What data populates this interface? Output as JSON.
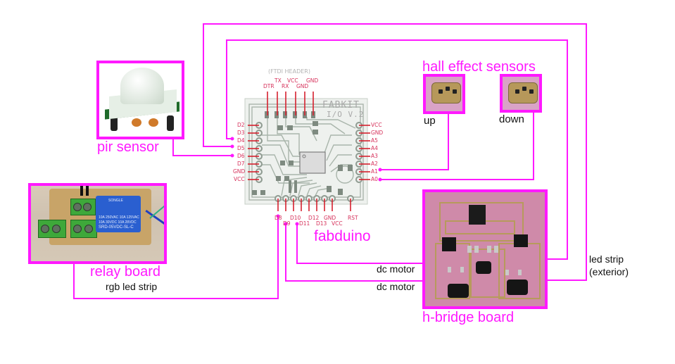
{
  "diagram": {
    "type": "wiring diagram",
    "wire_color": "#ff19ff",
    "components": {
      "fabduino": {
        "label": "fabduino",
        "board_title_line1": "FABKIT",
        "board_title_line2": "I/O V.2",
        "ftdi_header_label": "(FTDI HEADER)",
        "ftdi_pins": [
          "DTR",
          "TX",
          "RX",
          "VCC",
          "GND",
          "GND"
        ],
        "left_pins": [
          "D2",
          "D3",
          "D4",
          "D5",
          "D6",
          "D7",
          "GND",
          "VCC"
        ],
        "right_pins": [
          "VCC",
          "GND",
          "A5",
          "A4",
          "A3",
          "A2",
          "A1",
          "A0"
        ],
        "bottom_pins": [
          "D8",
          "D9",
          "D10",
          "D11",
          "D12",
          "D13",
          "GND",
          "VCC",
          "RST"
        ],
        "pin_label_color": "#d6305a"
      },
      "pir_sensor": {
        "label": "pir sensor"
      },
      "hall_effect_sensors": {
        "label": "hall effect sensors",
        "sensors": [
          {
            "label": "up"
          },
          {
            "label": "down"
          }
        ]
      },
      "relay_board": {
        "label": "relay board",
        "sublabel": "rgb led strip",
        "relay_text": [
          "SONGLE",
          "10A 250VAC 10A 125VAC",
          "10A 30VDC 10A 28VDC",
          "SRD-05VDC-SL-C"
        ]
      },
      "h_bridge_board": {
        "label": "h-bridge board"
      }
    },
    "connections": [
      {
        "from": "fabduino.D4",
        "to": "h-bridge board",
        "label": ""
      },
      {
        "from": "fabduino.D5",
        "to": "h-bridge board (led strip exterior)",
        "label": "led strip (exterior)"
      },
      {
        "from": "pir sensor",
        "to": "fabduino.D6",
        "label": ""
      },
      {
        "from": "hall effect sensor up",
        "to": "fabduino.A1",
        "label": ""
      },
      {
        "from": "hall effect sensor down",
        "to": "fabduino.A0",
        "label": ""
      },
      {
        "from": "fabduino.D11",
        "to": "h-bridge board",
        "label": "dc motor"
      },
      {
        "from": "fabduino.D9",
        "to": "h-bridge board",
        "label": "dc motor"
      },
      {
        "from": "fabduino.D8",
        "to": "relay board",
        "label": "rgb led strip"
      }
    ],
    "wire_labels": {
      "dc_motor_1": "dc motor",
      "dc_motor_2": "dc motor",
      "led_strip_line1": "led strip",
      "led_strip_line2": "(exterior)"
    }
  }
}
